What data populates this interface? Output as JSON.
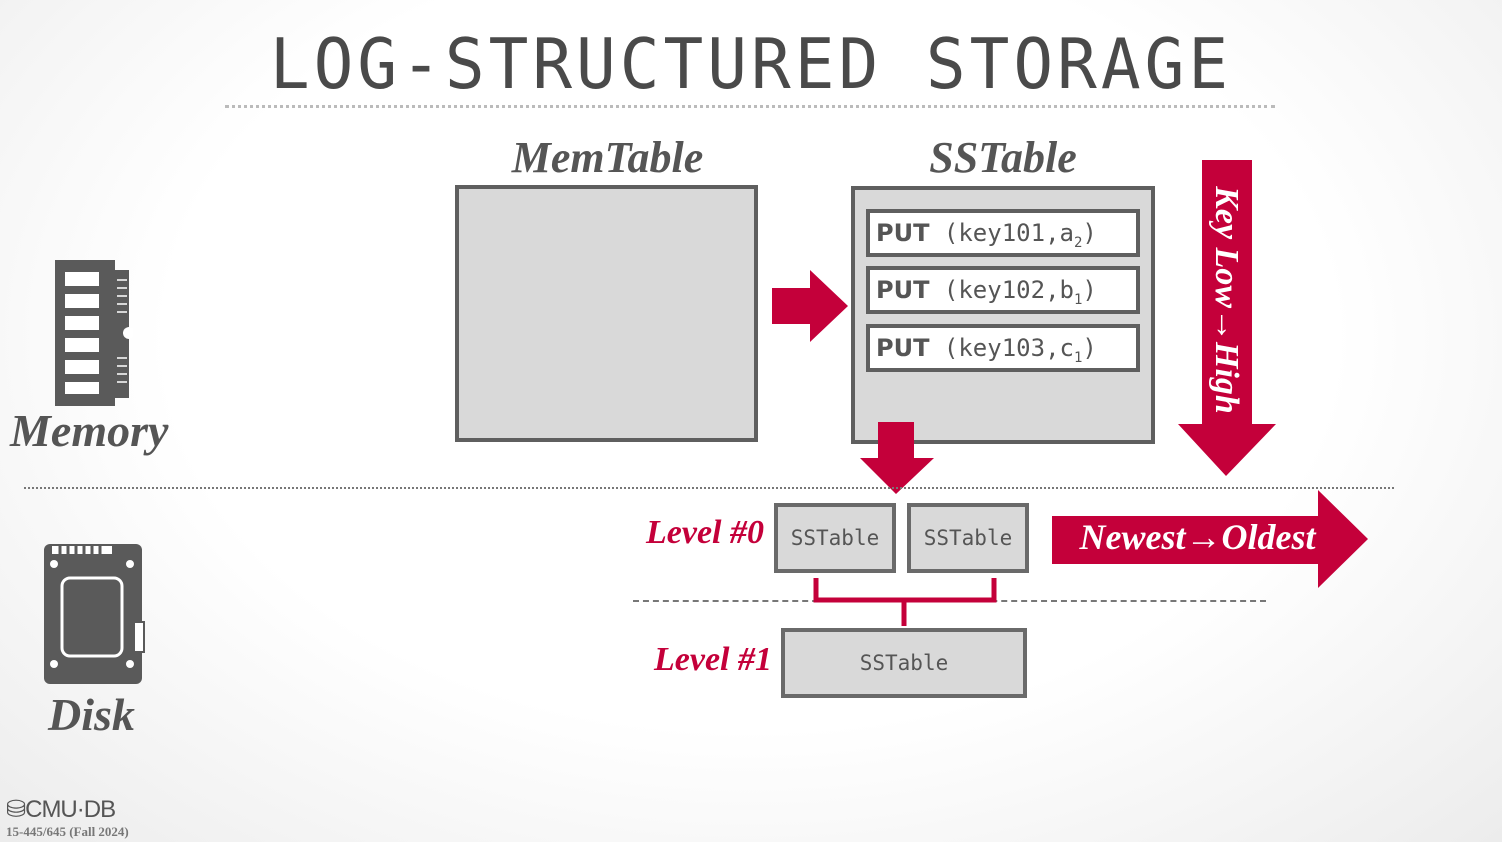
{
  "title": "LOG-STRUCTURED STORAGE",
  "memtable_label": "MemTable",
  "sstable_label": "SSTable",
  "puts": [
    {
      "op": "PUT",
      "key": "key101",
      "val": "a",
      "sub": "2"
    },
    {
      "op": "PUT",
      "key": "key102",
      "val": "b",
      "sub": "1"
    },
    {
      "op": "PUT",
      "key": "key103",
      "val": "c",
      "sub": "1"
    }
  ],
  "key_arrow": "Key Low→High",
  "memory_label": "Memory",
  "disk_label": "Disk",
  "level0_label": "Level #0",
  "level1_label": "Level #1",
  "level0_tables": [
    "SSTable",
    "SSTable"
  ],
  "level1_table": "SSTable",
  "newest_arrow": "Newest→Oldest",
  "footer": {
    "logo": "CMU·DB",
    "course": "15-445/645 (Fall 2024)"
  },
  "colors": {
    "accent": "#c4003a",
    "box": "#d9d9d9",
    "border": "#5f5f5f"
  }
}
